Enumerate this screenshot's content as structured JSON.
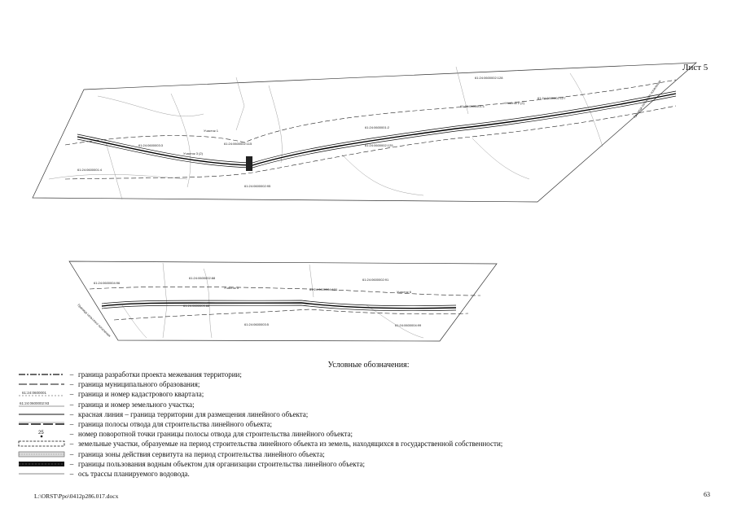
{
  "sheet_label": "Лист 5",
  "map_top": {
    "labels": [
      "61:24:0600002:128",
      "Участок 2 (2)",
      "61:24:0600002:127",
      "61:24:0600001:1",
      "61:24:0600001:2",
      "61:24:0600002:129",
      "61:24:0600002:115",
      "Участок 1",
      "61:24:0600001:4",
      "61:24:0600002:95",
      "61:24:0600003:3",
      "Участок 3 (2)",
      "Граница сельского поселения"
    ]
  },
  "map_bottom": {
    "labels": [
      "61:24:0600002:88",
      "61:24:0600002:91",
      "61:24:0600004:96",
      "61:24:0600004:121",
      "Участок 5",
      "Участок 6",
      "61:24:0600003:5",
      "61:24:0600004:99",
      "61:24:0600003:88",
      "Граница сельского поселения"
    ]
  },
  "legend": {
    "title": "Условные обозначения:",
    "dash": "–",
    "items": [
      {
        "text": "граница разработки проекта межевания территории;"
      },
      {
        "text": "граница муниципального образования;"
      },
      {
        "text": "граница и номер кадастрового квартала;",
        "symbol_text": "61:24:0600001"
      },
      {
        "text": "граница и номер земельного участка;",
        "symbol_text": "61:24:0600002:93"
      },
      {
        "text": "красная линия – граница территории для размещения линейного объекта;"
      },
      {
        "text": "граница полосы отвода для строительства линейного объекта;"
      },
      {
        "text": "номер поворотной точки границы полосы отвода для строительства линейного объекта;",
        "symbol_text": "25"
      },
      {
        "text": "земельные участки, образуемые на период строительства линейного объекта из земель, находящихся в государственной собственности;"
      },
      {
        "text": "граница зоны действия сервитута на период строительства линейного объекта;"
      },
      {
        "text": "границы пользования водным объектом для организации строительства линейного объекта;"
      },
      {
        "text": "ось трассы планируемого водовода."
      }
    ]
  },
  "footer_path": "L:\\ORST\\Ppo\\0412p286.017.docx",
  "page_number": "63"
}
